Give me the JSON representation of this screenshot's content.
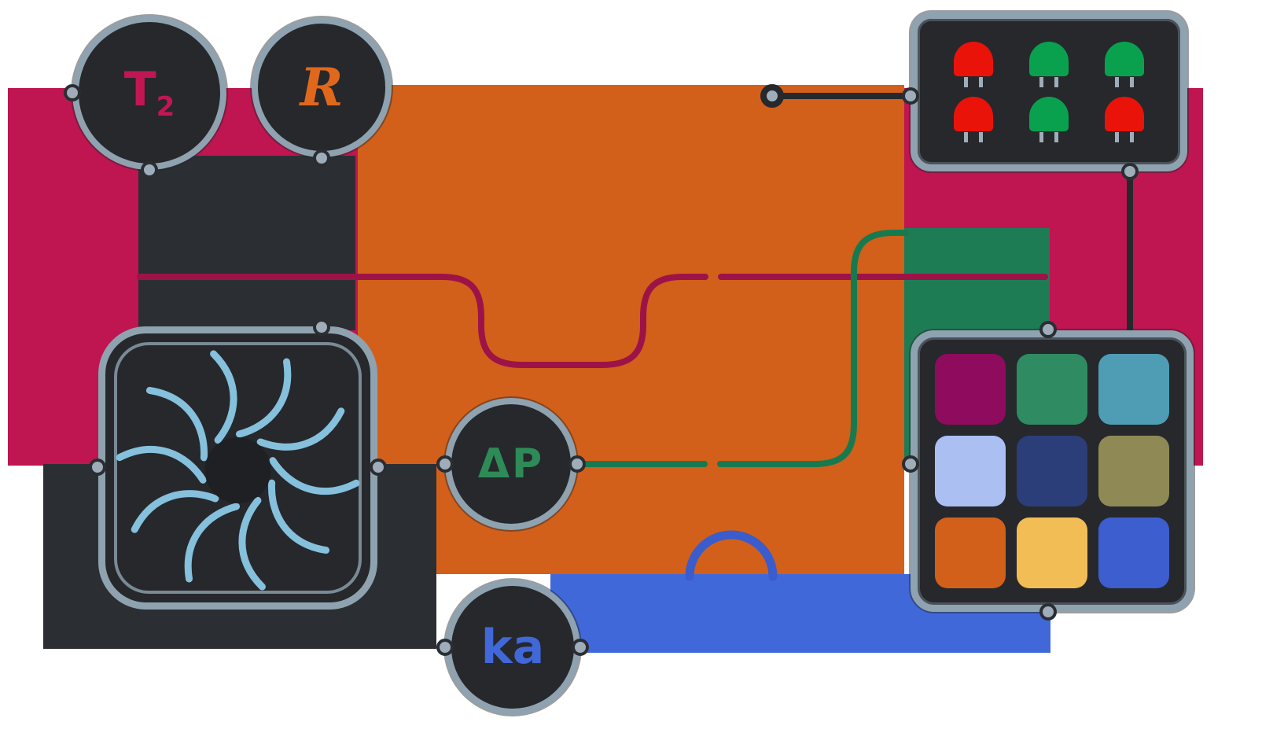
{
  "canvas": {
    "background": "#ffffff"
  },
  "palette": {
    "panel_fill": "#26282c",
    "panel_border": "#8fa2b0",
    "connector_fill": "#9fadba",
    "connector_ring": "#2a2e33"
  },
  "regions": {
    "crimson": "#bf1550",
    "orange": "#d2601a",
    "dark_upper": "#2b2f34",
    "dark_lower": "#2b2f34",
    "green": "#1e7c55",
    "blue": "#4168d9"
  },
  "wires": {
    "crimson": "#9e1347",
    "green": "#177a4e",
    "blue": "#3a5ccc",
    "dark": "#26282c"
  },
  "nodes": {
    "t2": {
      "label": "T",
      "subscript": "2",
      "color": "#c21653"
    },
    "r": {
      "label": "R",
      "color": "#e0681c"
    },
    "dp": {
      "label": "ΔP",
      "color": "#2e8b57"
    },
    "ka": {
      "label": "ka",
      "color": "#4168d9"
    }
  },
  "fan": {
    "blade_color": "#85c0dc",
    "hub_color": "#1e2024"
  },
  "led_panel": {
    "leds": [
      {
        "state": "red",
        "color": "#ea1309"
      },
      {
        "state": "green",
        "color": "#0aa14e"
      },
      {
        "state": "green",
        "color": "#0aa14e"
      },
      {
        "state": "red",
        "color": "#ea1309"
      },
      {
        "state": "green",
        "color": "#0aa14e"
      },
      {
        "state": "red",
        "color": "#ea1309"
      }
    ]
  },
  "color_grid": {
    "swatches": [
      {
        "color": "#8f0b5e"
      },
      {
        "color": "#2e8b62"
      },
      {
        "color": "#4f9db4"
      },
      {
        "color": "#abbff2"
      },
      {
        "color": "#2b3e7a"
      },
      {
        "color": "#8f8a55"
      },
      {
        "color": "#d2601a"
      },
      {
        "color": "#f2bd55"
      },
      {
        "color": "#3d5ecf"
      }
    ]
  }
}
